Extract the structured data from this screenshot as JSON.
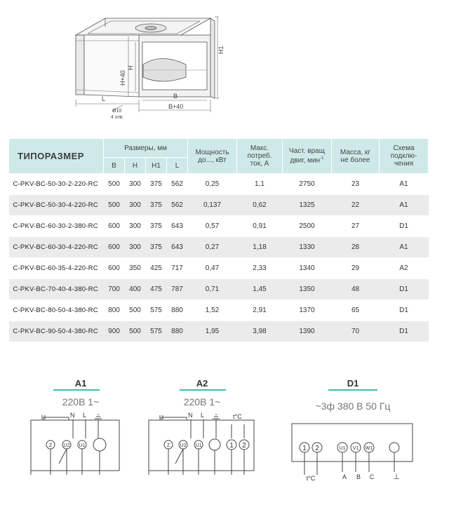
{
  "drawing": {
    "dim_h1": "H1",
    "dim_h40": "H+40",
    "dim_h": "H",
    "dim_l": "L",
    "dim_b": "B",
    "dim_b40": "B+40",
    "hole_size": "Ø10",
    "hole_count": "4 отв."
  },
  "table": {
    "model_header": "ТИПОРАЗМЕР",
    "dimensions_header": "Размеры, мм",
    "dim_cols": [
      "B",
      "H",
      "H1",
      "L"
    ],
    "power_header_1": "Мощность",
    "power_header_2": "до..., кВт",
    "current_header_1": "Макс.",
    "current_header_2": "потреб.",
    "current_header_3": "ток, А",
    "rpm_header_1": "Част. вращ",
    "rpm_header_2": "двиг, мин",
    "rpm_header_sup": "-1",
    "mass_header_1": "Масса, кг",
    "mass_header_2": "не более",
    "scheme_header_1": "Схема",
    "scheme_header_2": "подклю-",
    "scheme_header_3": "чения",
    "rows": [
      {
        "model": "C-PKV-BC-50-30-2-220-RC",
        "b": "500",
        "h": "300",
        "h1": "375",
        "l": "562",
        "power": "0,25",
        "current": "1,1",
        "rpm": "2750",
        "mass": "23",
        "scheme": "A1"
      },
      {
        "model": "C-PKV-BC-50-30-4-220-RC",
        "b": "500",
        "h": "300",
        "h1": "375",
        "l": "562",
        "power": "0,137",
        "current": "0,62",
        "rpm": "1325",
        "mass": "22",
        "scheme": "A1"
      },
      {
        "model": "C-PKV-BC-60-30-2-380-RC",
        "b": "600",
        "h": "300",
        "h1": "375",
        "l": "643",
        "power": "0,57",
        "current": "0,91",
        "rpm": "2500",
        "mass": "27",
        "scheme": "D1"
      },
      {
        "model": "C-PKV-BC-60-30-4-220-RC",
        "b": "600",
        "h": "300",
        "h1": "375",
        "l": "643",
        "power": "0,27",
        "current": "1,18",
        "rpm": "1330",
        "mass": "28",
        "scheme": "A1"
      },
      {
        "model": "C-PKV-BC-60-35-4-220-RC",
        "b": "600",
        "h": "350",
        "h1": "425",
        "l": "717",
        "power": "0,47",
        "current": "2,33",
        "rpm": "1340",
        "mass": "29",
        "scheme": "A2"
      },
      {
        "model": "C-PKV-BC-70-40-4-380-RC",
        "b": "700",
        "h": "400",
        "h1": "475",
        "l": "787",
        "power": "0,71",
        "current": "1,45",
        "rpm": "1350",
        "mass": "48",
        "scheme": "D1"
      },
      {
        "model": "C-PKV-BC-80-50-4-380-RC",
        "b": "800",
        "h": "500",
        "h1": "575",
        "l": "880",
        "power": "1,52",
        "current": "2,91",
        "rpm": "1370",
        "mass": "65",
        "scheme": "D1"
      },
      {
        "model": "C-PKV-BC-90-50-4-380-RC",
        "b": "900",
        "h": "500",
        "h1": "575",
        "l": "880",
        "power": "1,95",
        "current": "3,98",
        "rpm": "1390",
        "mass": "70",
        "scheme": "D1"
      }
    ]
  },
  "diagrams": {
    "a1": {
      "title": "A1",
      "voltage": "220В 1~",
      "label_n": "N",
      "label_l": "L",
      "terminals": [
        "Z",
        "U2",
        "U1"
      ]
    },
    "a2": {
      "title": "A2",
      "voltage": "220В 1~",
      "label_n": "N",
      "label_l": "L",
      "label_tc": "t°C",
      "terminals": [
        "Z",
        "U2",
        "U1",
        "1",
        "2"
      ]
    },
    "d1": {
      "title": "D1",
      "voltage": "~3ф 380 В 50 Гц",
      "terminals": [
        "1",
        "2",
        "U1",
        "V1",
        "W1"
      ],
      "label_tc": "t°C",
      "label_a": "A",
      "label_b": "B",
      "label_c": "C",
      "ground_symbol": "⊥"
    }
  },
  "colors": {
    "accent": "#3fbcb6",
    "header_bg": "#cfe9e9",
    "row_alt": "#ebebeb"
  }
}
